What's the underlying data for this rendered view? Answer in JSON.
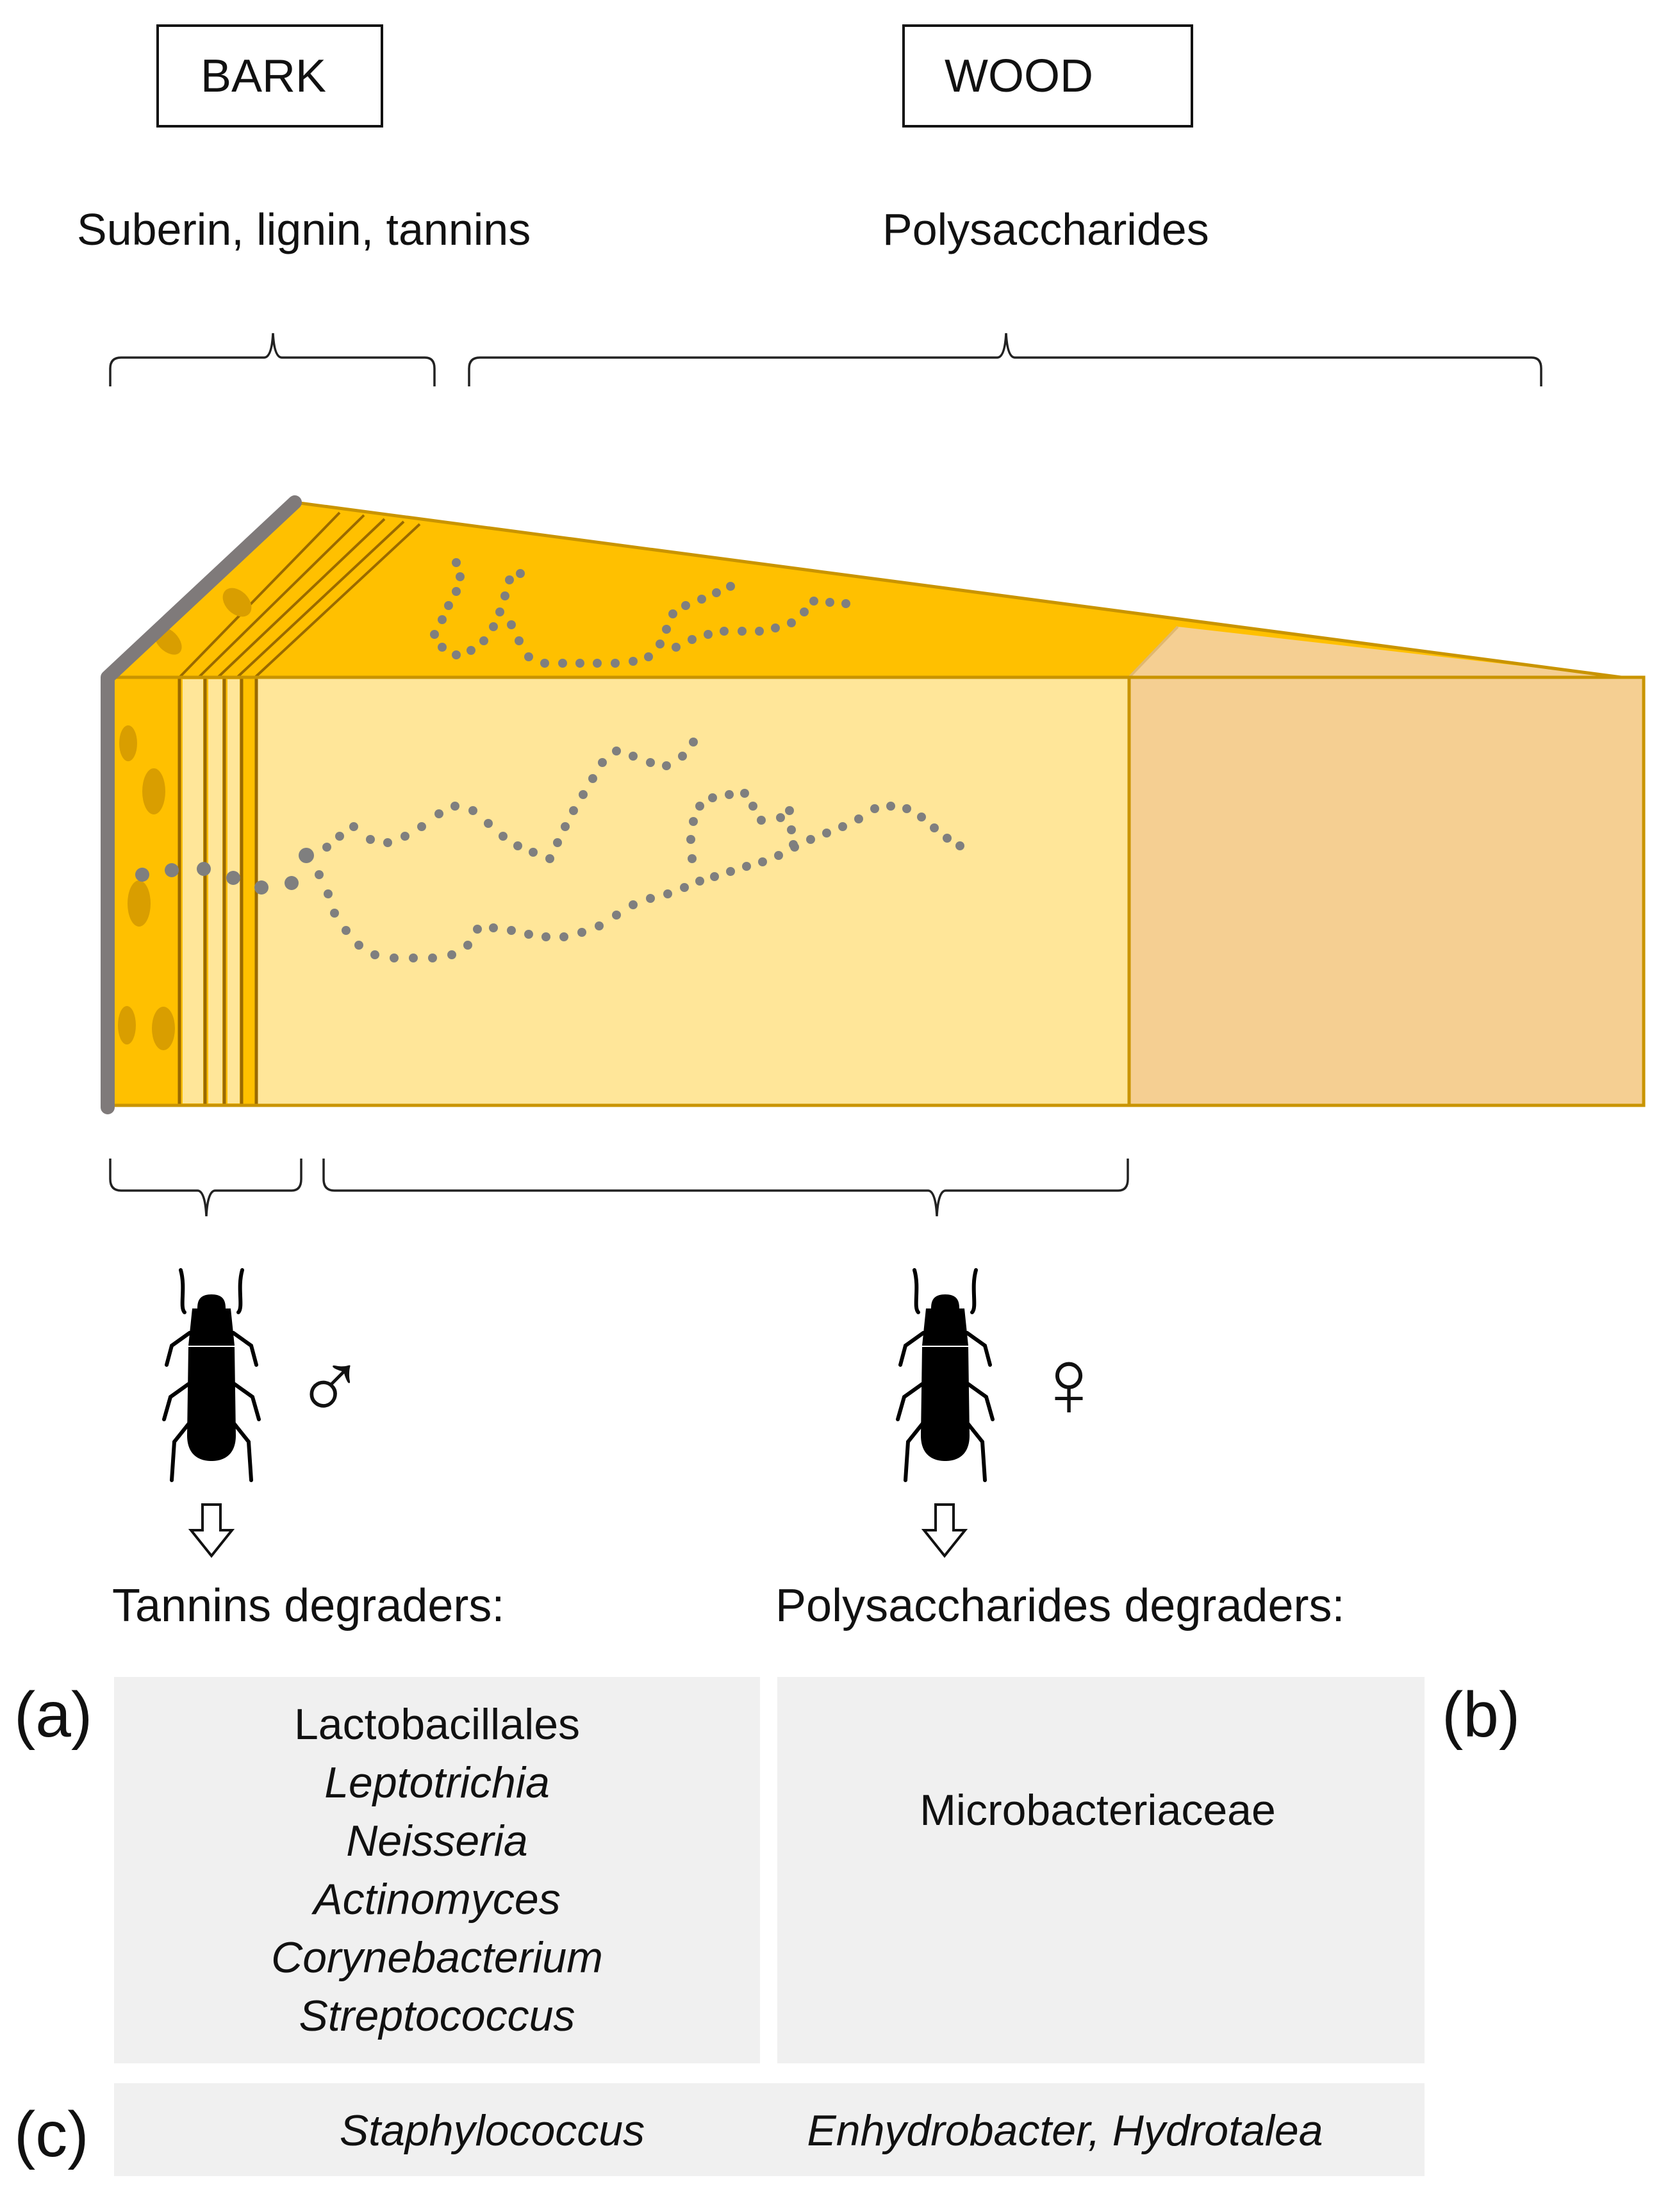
{
  "labels": {
    "bark": "BARK",
    "wood": "WOOD",
    "bark_compounds": "Suberin, lignin, tannins",
    "wood_compounds": "Polysaccharides"
  },
  "beetles": {
    "male_symbol": "♂",
    "female_symbol": "♀"
  },
  "degraders": {
    "tannins_heading": "Tannins degraders:",
    "polysaccharides_heading": "Polysaccharides degraders:"
  },
  "panels": {
    "a_label": "(a)",
    "b_label": "(b)",
    "c_label": "(c)",
    "a_taxa": [
      "Lactobacillales",
      "Leptotrichia",
      "Neisseria",
      "Actinomyces",
      "Corynebacterium",
      "Streptococcus"
    ],
    "b_taxa": [
      "Microbacteriaceae"
    ],
    "c_left": "Staphylococcus",
    "c_right": "Enhydrobacter, Hydrotalea"
  },
  "colors": {
    "bark_orange": "#ffc000",
    "sapwood_yellow": "#ffe699",
    "heartwood_tan": "#f5cf92",
    "edge_brown": "#c99400",
    "bark_outline_gray": "#7f7a7a",
    "gallery_gray": "#7f7f7f",
    "panel_gray": "#f0f0f0"
  }
}
